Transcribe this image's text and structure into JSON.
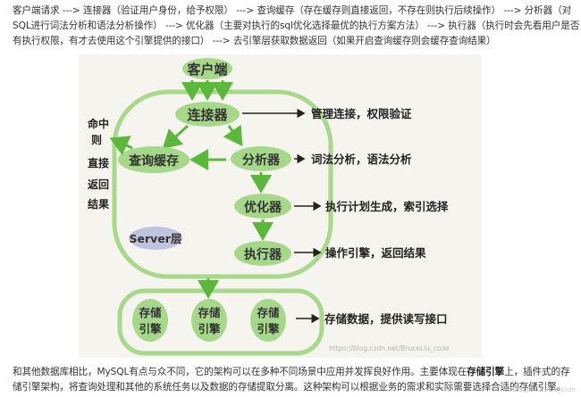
{
  "intro": {
    "line1": "客户端请求 ---> 连接器（验证用户身份，给予权限） ---> 查询缓存（存在缓存则直接返回，不存在则执行后续操作） ---> 分析器（对",
    "line2": "SQL进行词法分析和语法分析操作） ---> 优化器（主要对执行的sql优化选择最优的执行方案方法） ---> 执行器（执行时会先看用户是否",
    "line3": "有执行权限，有才去使用这个引擎提供的接口） ---> 去引擎层获取数据返回（如果开启查询缓存则会缓存查询结果）"
  },
  "diagram": {
    "client": "客户端",
    "connector": "连接器",
    "query_cache": "查询缓存",
    "analyzer": "分析器",
    "optimizer": "优化器",
    "executor": "执行器",
    "server_label": "Server层",
    "cache_hit_note": [
      "命中",
      "则",
      "直接",
      "返回",
      "结果"
    ],
    "storage_engine": "存储引擎",
    "annotations": {
      "connector": "管理连接，权限验证",
      "analyzer": "词法分析，语法分析",
      "optimizer": "执行计划生成，索引选择",
      "executor": "操作引擎，返回结果",
      "storage": "存储数据，提供读写接口"
    },
    "watermark": "https://blog.csdn.net/BruceLiu_code"
  },
  "outro": {
    "line1_pre": "和其他数据库相比，MySQL有点与众不同，它的架构可以在多种不同场景中应用并发挥良好作用。主要体现在",
    "line1_bold": "存储引擎",
    "line1_post": "上，插件式的存",
    "line2": "储引擎架构，将查询处理和其他的系统任务以及数据的存储提取分离。这种架构可以根据业务的需求和实际需要选择合适的存储引擎。"
  },
  "corner_watermark": "CSDN @BruceLiu_code"
}
